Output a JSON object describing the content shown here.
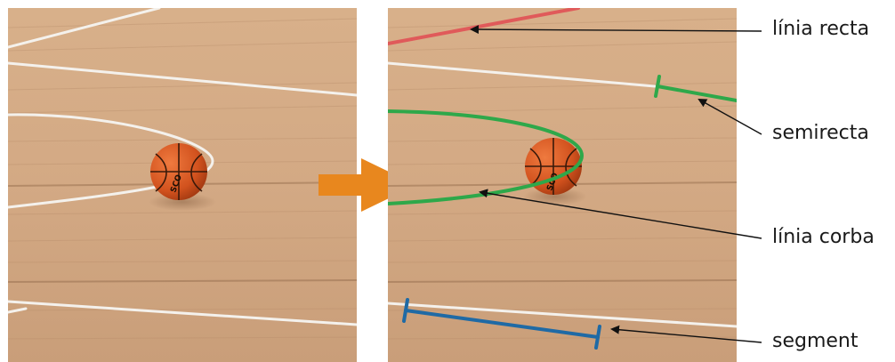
{
  "labels": {
    "straight_line": "línia recta",
    "ray": "semirecta",
    "curve": "línia corba",
    "segment": "segment"
  },
  "ball_print": "SCO",
  "colors": {
    "straight_line": "#e05a5a",
    "ray": "#2ea84a",
    "curve": "#2ea84a",
    "segment": "#1f6aa5",
    "arrow": "#e8871e",
    "wood": "#d6ae87",
    "court_line": "#f4f1ec",
    "ball": "#d8541f"
  },
  "icons": {
    "transition": "arrow-right-icon",
    "basketball": "basketball-icon"
  }
}
